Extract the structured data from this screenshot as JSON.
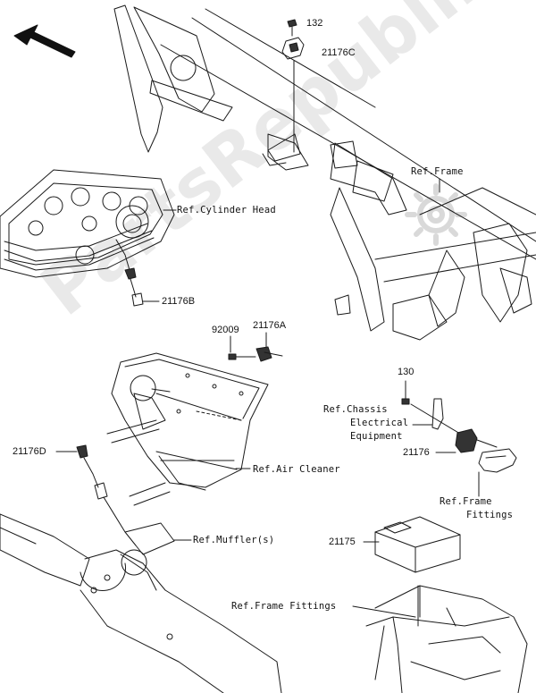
{
  "callouts": {
    "p132": "132",
    "p21176C": "21176C",
    "p21176B": "21176B",
    "p92009": "92009",
    "p21176A": "21176A",
    "p130": "130",
    "p21176D": "21176D",
    "p21176": "21176",
    "p21175": "21175"
  },
  "refs": {
    "frame": "Ref.Frame",
    "cylinder_head": "Ref.Cylinder Head",
    "chassis_1": "Ref.Chassis",
    "chassis_2": "Electrical",
    "chassis_3": "Equipment",
    "air_cleaner": "Ref.Air Cleaner",
    "frame_fittings_1_a": "Ref.Frame",
    "frame_fittings_1_b": "Fittings",
    "muffler": "Ref.Muffler(s)",
    "frame_fittings_2": "Ref.Frame Fittings"
  },
  "watermark": "PartsRepublik"
}
